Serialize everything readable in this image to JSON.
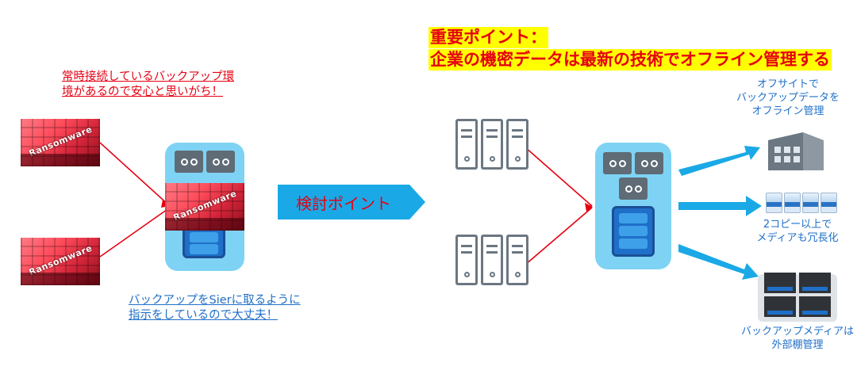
{
  "left_note_red": {
    "line1": "常時接続しているバックアップ環",
    "line2": "境があるので安心と思いがち！"
  },
  "left_note_blue": {
    "line1": "バックアップをSierに取るように",
    "line2": "指示をしているので大丈夫！"
  },
  "key_point": {
    "line1": "重要ポイント：",
    "line2": "企業の機密データは最新の技術でオフライン管理する"
  },
  "ransomware_label": "Ransomware",
  "center_arrow_label": "検討ポイント",
  "right_labels": {
    "offsite": [
      "オフサイトで",
      "バックアップデータを",
      "オフライン管理"
    ],
    "copies": [
      "2コピー以上で",
      "メディアも冗長化"
    ],
    "shelf": [
      "バックアップメディアは",
      "外部棚管理"
    ]
  },
  "colors": {
    "red": "#e60012",
    "blue_text": "#1f6fc8",
    "device_light_blue": "#7ed3f4",
    "arrow_blue": "#1aa9e6",
    "highlight_yellow": "#ffff00",
    "server_gray": "#6b7782"
  }
}
